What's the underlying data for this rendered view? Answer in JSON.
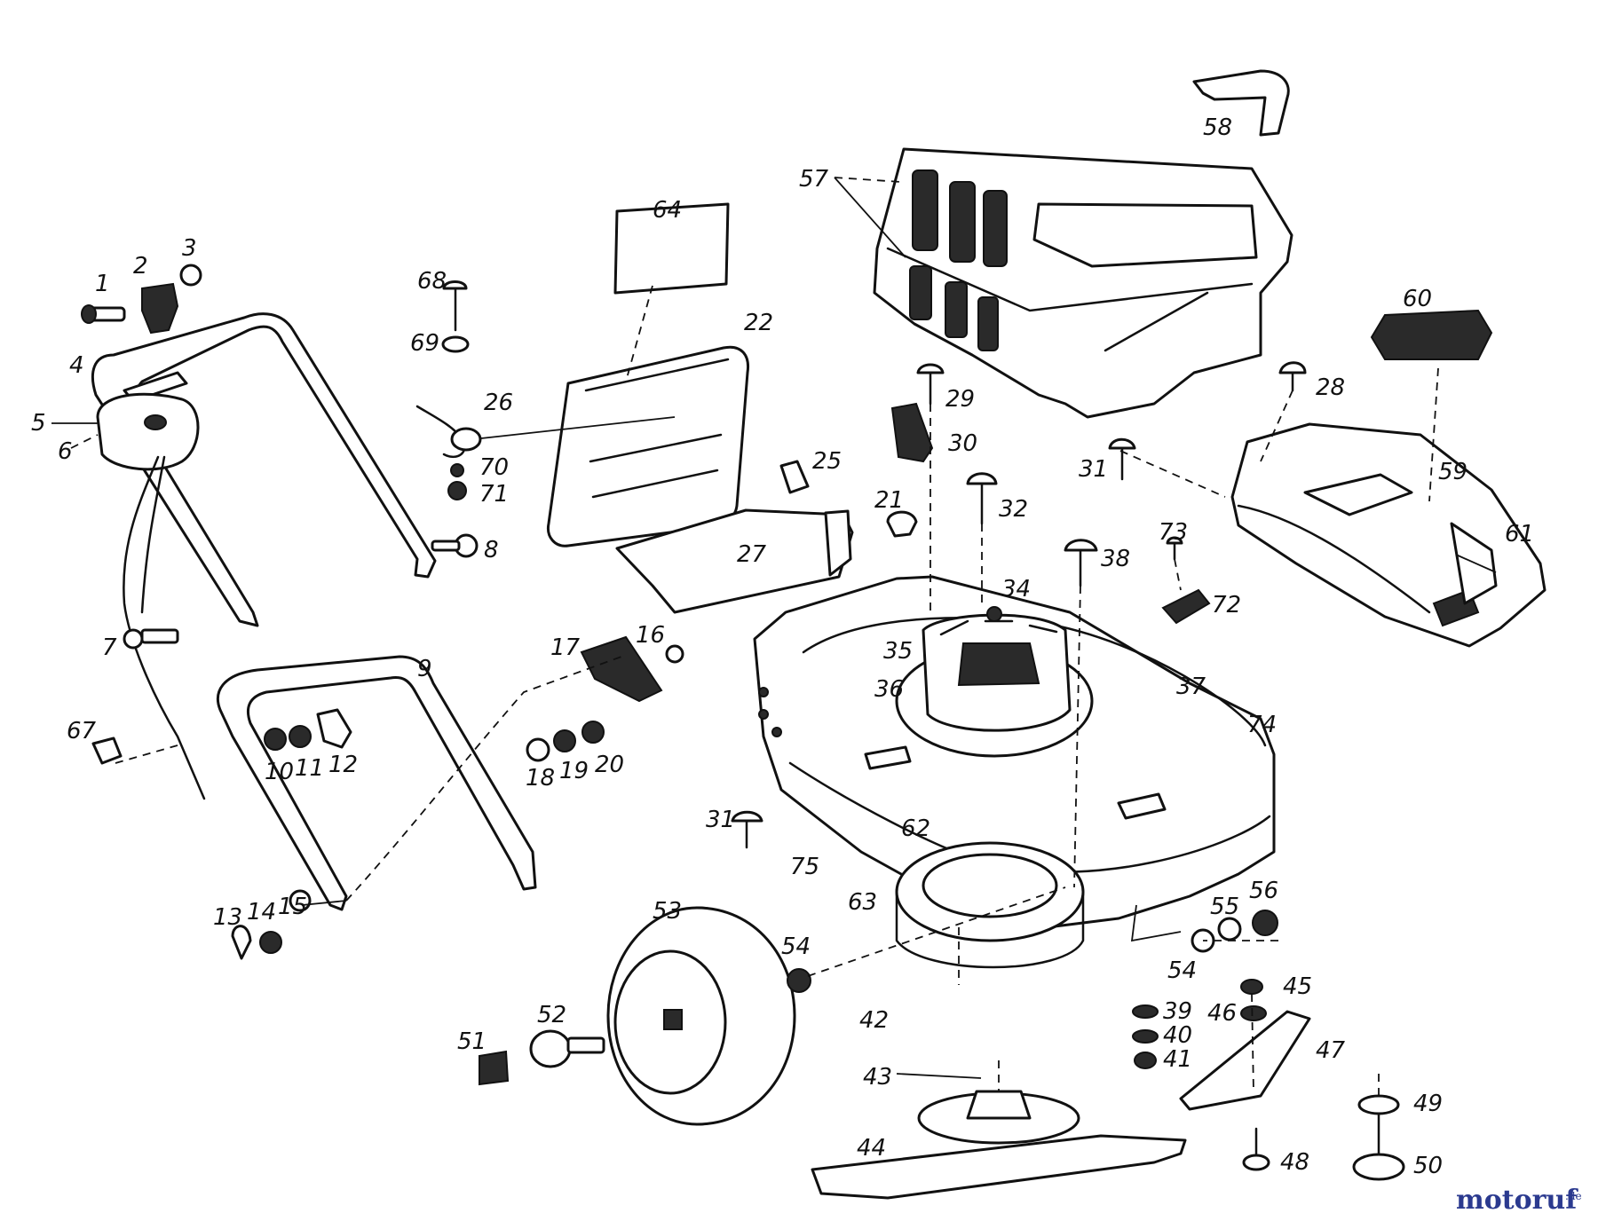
{
  "diagram": {
    "callouts": [
      "1",
      "2",
      "3",
      "4",
      "5",
      "6",
      "7",
      "8",
      "9",
      "10",
      "11",
      "12",
      "13",
      "14",
      "15",
      "16",
      "17",
      "18",
      "19",
      "20",
      "21",
      "22",
      "25",
      "26",
      "27",
      "28",
      "29",
      "30",
      "31",
      "31",
      "32",
      "34",
      "35",
      "36",
      "37",
      "38",
      "39",
      "40",
      "41",
      "42",
      "43",
      "44",
      "45",
      "46",
      "47",
      "48",
      "49",
      "50",
      "51",
      "52",
      "53",
      "54",
      "54",
      "55",
      "56",
      "57",
      "58",
      "59",
      "60",
      "61",
      "62",
      "63",
      "64",
      "67",
      "68",
      "69",
      "70",
      "71",
      "72",
      "73",
      "74",
      "75"
    ]
  },
  "watermark": {
    "brand": "motoruf",
    "tld": ".de",
    "color": "#2b3a8f"
  }
}
